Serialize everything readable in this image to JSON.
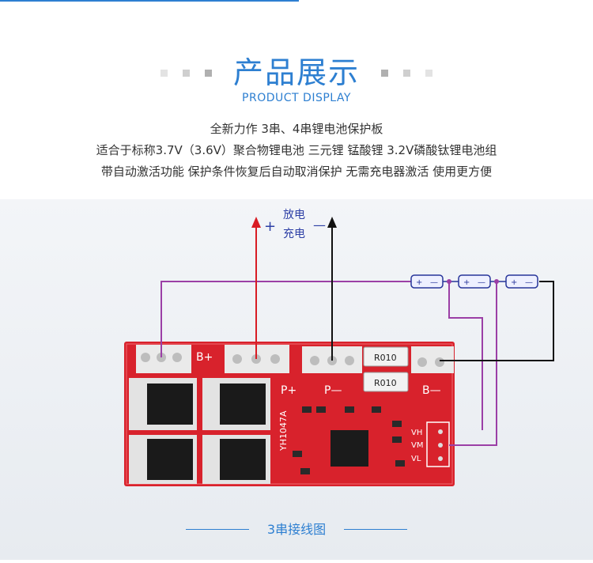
{
  "header": {
    "title": "产品展示",
    "subtitle": "PRODUCT DISPLAY"
  },
  "description": {
    "line1": "全新力作 3串、4串锂电池保护板",
    "line2": "适合于标称3.7V（3.6V）聚合物锂电池 三元锂 锰酸锂 3.2V磷酸钛锂电池组",
    "line3": "带自动激活功能 保护条件恢复后自动取消保护 无需充电器激活 使用更方便"
  },
  "diagram": {
    "plus_sign": "+",
    "minus_sign": "—",
    "discharge_label": "放电",
    "charge_label": "充电",
    "battery_plus": "+",
    "battery_minus": "—",
    "resistor1": "R010",
    "resistor2": "R010",
    "pad_b_plus": "B+",
    "pad_p_plus": "P+",
    "pad_p_minus": "P—",
    "pad_b_minus": "B—",
    "pin_vh": "VH",
    "pin_vm": "VM",
    "pin_vl": "VL",
    "pcb_model": "YH1047A"
  },
  "caption": "3串接线图",
  "colors": {
    "accent": "#2d7fd1",
    "pcb_red": "#d8222c",
    "wire_purple": "#9b3fa6",
    "wire_black": "#111111",
    "wire_red": "#d81c24",
    "battery_blue": "#27359a"
  }
}
